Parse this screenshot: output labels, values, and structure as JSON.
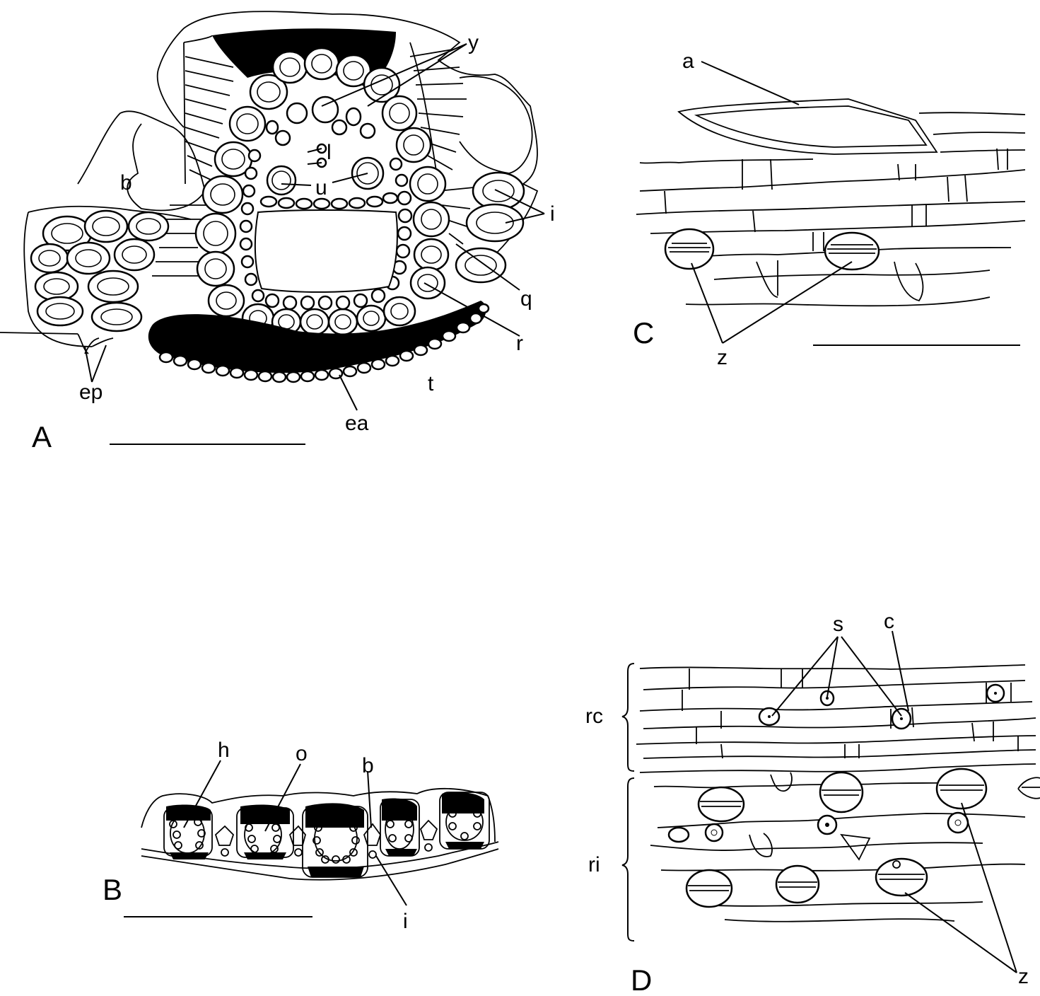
{
  "colors": {
    "ink": "#000000",
    "paper": "#ffffff"
  },
  "panels": {
    "A": {
      "letter": "A",
      "labels": {
        "y": "y",
        "l": "l",
        "u": "u",
        "b": "b",
        "i": "i",
        "q": "q",
        "r": "r",
        "t": "t",
        "ep": "ep",
        "ea": "ea"
      }
    },
    "B": {
      "letter": "B",
      "labels": {
        "h": "h",
        "o": "o",
        "b": "b",
        "i": "i"
      }
    },
    "C": {
      "letter": "C",
      "labels": {
        "a": "a",
        "z": "z"
      }
    },
    "D": {
      "letter": "D",
      "labels": {
        "s": "s",
        "c": "c",
        "rc": "rc",
        "ri": "ri",
        "z": "z"
      }
    }
  }
}
